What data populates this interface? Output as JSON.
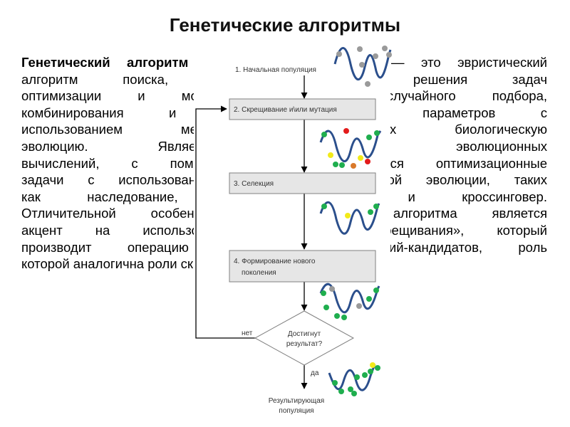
{
  "title": "Генетические алгоритмы",
  "paragraph": {
    "lines": [
      [
        {
          "b": "Генетический алгоритм"
        },
        {
          "t": " (англ. genetic algorithm) — это эвристический"
        }
      ],
      [
        {
          "t": "алгоритм поиска, используемый для решения задач"
        }
      ],
      [
        {
          "t": "оптимизации и моделирования путём случайного подбора,"
        }
      ],
      [
        {
          "t": "комбинирования и вариации искомых параметров с"
        }
      ],
      [
        {
          "t": "использованием механизмов, аналогичных биологическую"
        }
      ],
      [
        {
          "t": "эволюцию. Является разновидностью эволюционных"
        }
      ],
      [
        {
          "t": "вычислений, с помощью которых решаются оптимизационные"
        }
      ],
      [
        {
          "t": "задачи с использованием методов естественной эволюции, таких"
        }
      ],
      [
        {
          "t": "как наследование, мутации, отбор и кроссинговер."
        }
      ],
      [
        {
          "t": "Отличительной особенностью генетического алгоритма является"
        }
      ],
      [
        {
          "t": "акцент на использовании оператора «скрещивания», который"
        }
      ],
      [
        {
          "t": "производит операцию рекомбинации решений-кандидатов, роль"
        }
      ],
      [
        {
          "t": "которой аналогична роли скрещивания в живой природе."
        }
      ]
    ]
  },
  "flowchart": {
    "step1": "1. Начальная популяция",
    "step2": "2. Скрещивание и\\или мутация",
    "step3": "3. Селекция",
    "step4_line1": "4. Формирование нового",
    "step4_line2": "поколения",
    "decision_line1": "Достигнут",
    "decision_line2": "результат?",
    "no_label": "нет",
    "yes_label": "да",
    "result_line1": "Результирующая",
    "result_line2": "популяция"
  },
  "colors": {
    "curve": "#2b4f8c",
    "dot_grey": "#9a9a9a",
    "dot_green": "#1fae4e",
    "dot_red": "#e31b1b",
    "dot_yellow": "#f2ea19",
    "dot_orange": "#d9792a",
    "box_fill": "#e6e6e6",
    "box_stroke": "#808080"
  }
}
